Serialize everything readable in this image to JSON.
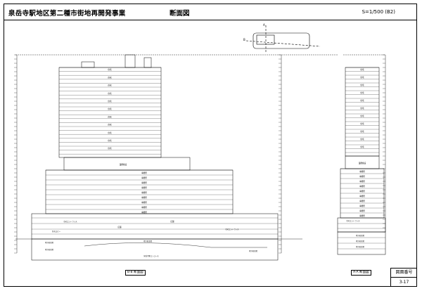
{
  "header": {
    "title": "泉岳寺駅地区第二種市街地再開発事業",
    "subtitle": "断面図",
    "scale": "S=1/500 (B2)"
  },
  "sections": {
    "left_caption": "B-B 断面図",
    "right_caption": "A-A 断面図"
  },
  "title_block": {
    "label": "図面番号",
    "number": "3-17"
  },
  "keyplan": {
    "mark_a": "A",
    "mark_b": "B"
  },
  "floor_labels": {
    "tower": "住宅",
    "lower": "事務所",
    "shop": "店舗",
    "lobby": "住宅ロビー",
    "parking": "地下駐車場",
    "entrance": "住宅エントランス",
    "station": "泉岳寺駅コンコース",
    "hall": "業務施設"
  }
}
